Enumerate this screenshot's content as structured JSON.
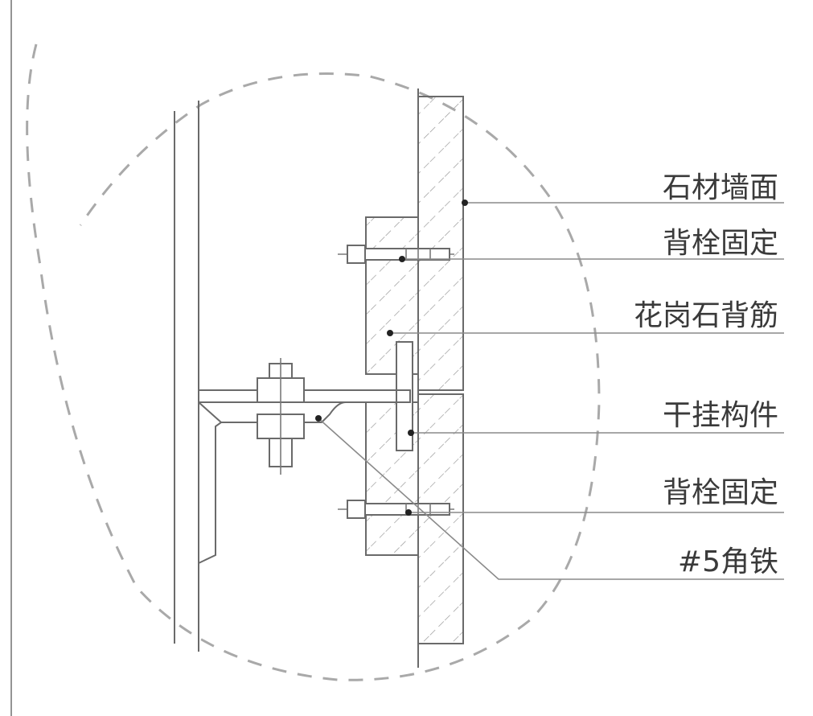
{
  "diagram": {
    "labels": [
      {
        "id": "stone-wall",
        "text": "石材墙面"
      },
      {
        "id": "back-bolt-upper",
        "text": "背栓固定"
      },
      {
        "id": "granite-rib",
        "text": "花岗石背筋"
      },
      {
        "id": "dry-hang-member",
        "text": "干挂构件"
      },
      {
        "id": "back-bolt-lower",
        "text": "背栓固定"
      },
      {
        "id": "angle-iron",
        "text": "#5角铁"
      }
    ]
  }
}
